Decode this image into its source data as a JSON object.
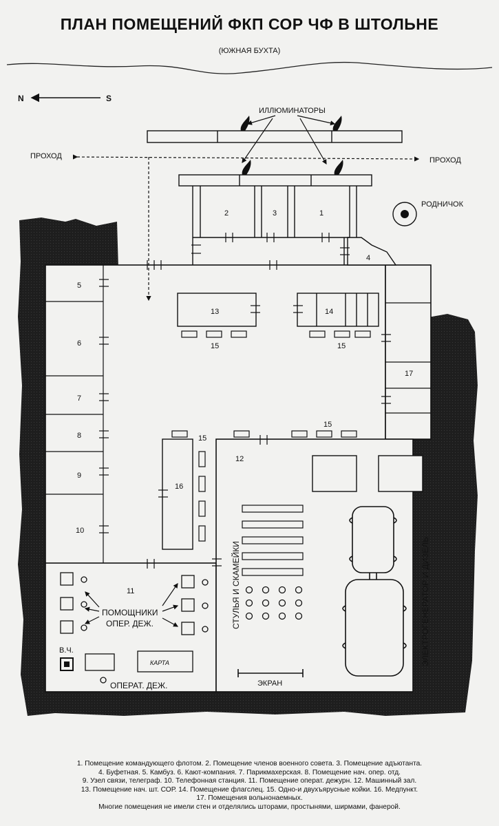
{
  "title": "ПЛАН ПОМЕЩЕНИЙ ФКП СОР ЧФ В ШТОЛЬНЕ",
  "subtitle": "(ЮЖНАЯ БУХТА)",
  "compass": {
    "north": "N",
    "south": "S"
  },
  "labels": {
    "portholes": "ИЛЛЮМИНАТОРЫ",
    "passage_left": "ПРОХОД",
    "passage_right": "ПРОХОД",
    "spring": "РОДНИЧОК",
    "chairs": "СТУЛЬЯ И СКАМЕЙКИ",
    "generator": "ЭЛЕКТРОГЕНЕРАТОР И ДИЗЕЛЬ",
    "screen": "ЭКРАН",
    "assistants_1": "ПОМОЩНИКИ",
    "assistants_2": "ОПЕР. ДЕЖ.",
    "hf": "В.Ч.",
    "map": "КАРТА",
    "duty_officer": "ОПЕРАТ. ДЕЖ."
  },
  "rooms": {
    "r1": "1",
    "r2": "2",
    "r3": "3",
    "r4": "4",
    "r5": "5",
    "r6": "6",
    "r7": "7",
    "r8": "8",
    "r9": "9",
    "r10": "10",
    "r11": "11",
    "r12": "12",
    "r13": "13",
    "r14": "14",
    "r15a": "15",
    "r15b": "15",
    "r15c": "15",
    "r15d": "15",
    "r16": "16",
    "r17": "17"
  },
  "legend": [
    "1. Помещение командующего флотом. 2. Помещение членов военного совета. 3. Помещение адъютанта.",
    "4. Буфетная. 5. Камбуз. 6. Кают-компания. 7. Парикмахерская. 8. Помещение нач. опер. отд.",
    "9. Узел связи, телеграф. 10. Телефонная станция. 11. Помещение операт. дежурн. 12. Машинный зал.",
    "13. Помещение нач. шт. СОР. 14. Помещение флагслец. 15. Одно-и двухъярусные койки. 16. Медпункт.",
    "17. Помещения вольнонаемных.",
    "Многие помещения не имели стен и отделялись шторами, простынями, ширмами, фанерой."
  ]
}
